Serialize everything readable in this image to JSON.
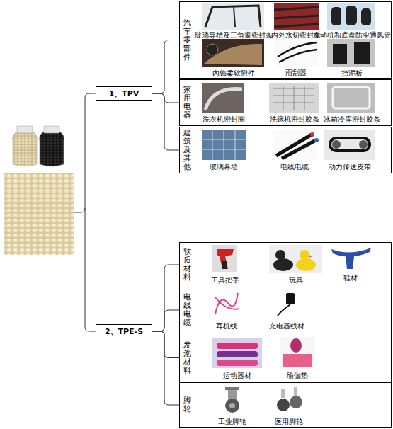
{
  "diagram": {
    "nodes": [
      {
        "text": [
          "1、TPV"
        ]
      },
      {
        "text": [
          "汽车零部件"
        ]
      },
      {
        "text": [
          "家用电器"
        ]
      },
      {
        "text": [
          "建筑及其他"
        ]
      },
      {
        "text": [
          "2、TPE-S"
        ]
      },
      {
        "text": [
          "软质材料"
        ]
      },
      {
        "text": [
          "电线电缆"
        ]
      },
      {
        "text": [
          "发泡材料"
        ]
      },
      {
        "text": [
          "脚轮"
        ]
      }
    ],
    "edges": [
      {
        "from": 0,
        "to": 1,
        "arrow": "none"
      },
      {
        "from": 0,
        "to": 2,
        "arrow": "none"
      },
      {
        "from": 0,
        "to": 3,
        "arrow": "none"
      },
      {
        "from": 4,
        "to": 5,
        "arrow": "none"
      },
      {
        "from": 4,
        "to": 6,
        "arrow": "none"
      },
      {
        "from": 4,
        "to": 7,
        "arrow": "none"
      },
      {
        "from": 4,
        "to": 8,
        "arrow": "none"
      }
    ],
    "labels": [
      "玻璃导槽及三角窗密封条",
      "内外水切密封条",
      "发动机和底盘防尘通风管",
      "内饰柔软附件",
      "雨刮器",
      "挡泥板",
      "洗衣机密封圈",
      "洗碗机密封胶条",
      "冰箱冷库密封胶条",
      "玻璃幕墙",
      "电线电缆",
      "动力传送皮带",
      "工具把手",
      "玩具",
      "鞋材",
      "耳机线",
      "充电器线材",
      "运动器材",
      "瑜伽垫",
      "工业脚轮",
      "医用脚轮"
    ]
  }
}
